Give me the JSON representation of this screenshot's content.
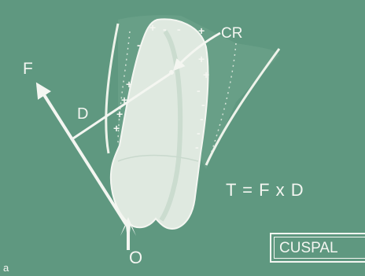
{
  "figure": {
    "panel_letter": "a",
    "labels": {
      "force": "F",
      "distance": "D",
      "center_of_resistance": "CR",
      "origin": "O",
      "equation": "T = F x D",
      "load_type": "CUSPAL"
    },
    "colors": {
      "background": "#5f9880",
      "ink": "#f4f6f1"
    }
  }
}
